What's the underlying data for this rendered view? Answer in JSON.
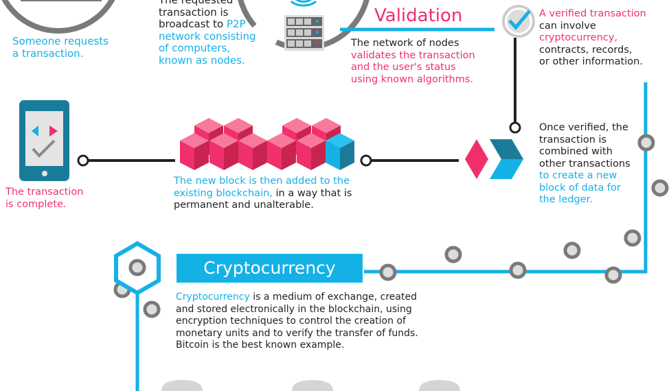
{
  "step_request": {
    "text": [
      "Someone requests",
      "a transaction."
    ]
  },
  "step_broadcast": {
    "lines_dark": [
      "The requested",
      "transaction is",
      "broadcast to "
    ],
    "highlight_inline": "P2P",
    "lines_cyan": [
      "network consisting",
      "of computers,",
      "known as nodes."
    ]
  },
  "validation": {
    "title": "Validation",
    "intro": "The network of nodes",
    "lines_pink": [
      "validates the transaction",
      "and the user's status",
      "using known algorithms."
    ]
  },
  "verified": {
    "line_pink": "A verified transaction",
    "line_dark": "can involve",
    "highlight": "cryptocurrency,",
    "lines_dark2": [
      "contracts, records,",
      "or other information."
    ]
  },
  "combined": {
    "lines_dark": [
      "Once verified, the",
      "transaction is",
      "combined with",
      "other transactions"
    ],
    "lines_cyan": [
      "to create a new",
      "block of data for",
      "the ledger."
    ]
  },
  "new_block": {
    "line1": "The new block is then added to the",
    "line2_cyan": "existing blockchain,",
    "line2_dark": " in a way that is",
    "line3": "permanent and unalterable."
  },
  "complete": {
    "text": [
      "The transaction",
      "is complete."
    ]
  },
  "cryptocurrency": {
    "banner": "Cryptocurrency",
    "lead": "Cryptocurrency",
    "line1_rest": " is a medium of exchange, created",
    "lines": [
      "and stored electronically in the blockchain, using",
      "encryption techniques to control the creation of",
      "monetary units and to verify the transfer of funds.",
      "Bitcoin is the best known example."
    ]
  },
  "colors": {
    "cyan": "#14b1e7",
    "pink": "#f0306c",
    "gray": "#7a7a7a",
    "teal": "#1b7c99"
  }
}
